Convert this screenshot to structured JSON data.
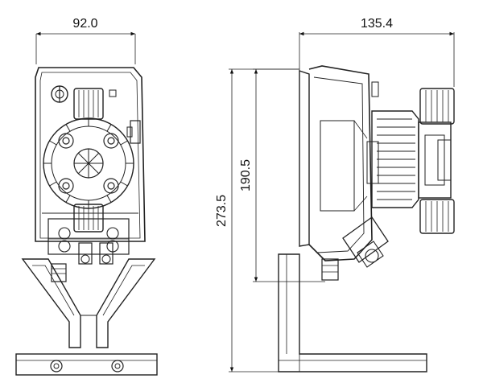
{
  "dimensions": {
    "front_width": "92.0",
    "side_depth": "135.4",
    "total_height": "273.5",
    "body_height": "190.5"
  }
}
